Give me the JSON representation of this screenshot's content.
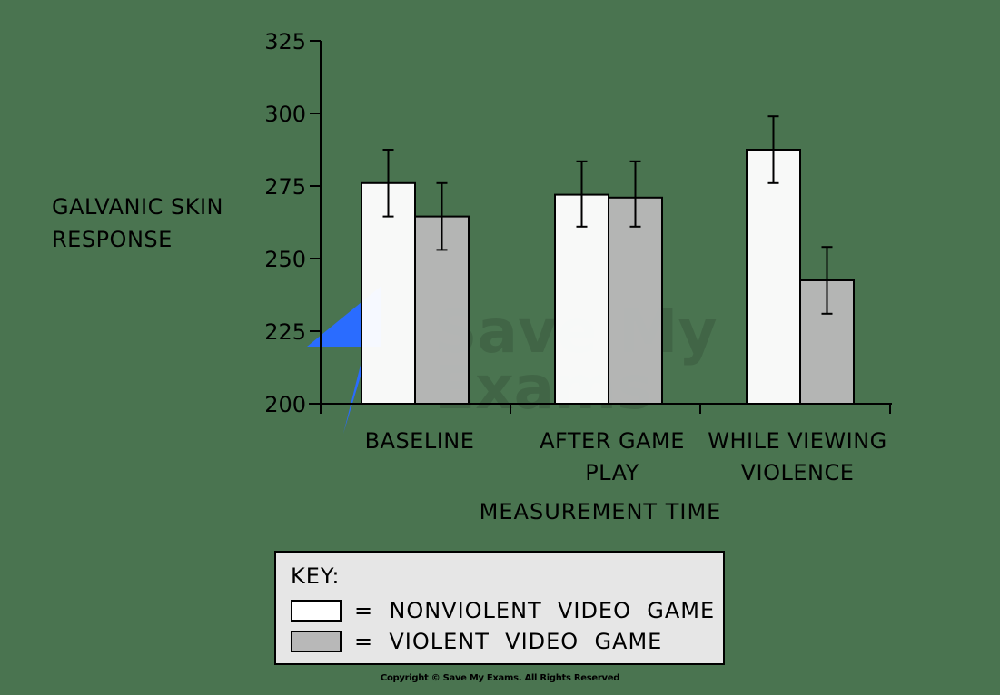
{
  "chart_data": {
    "type": "bar",
    "title": "",
    "xlabel": "MEASUREMENT TIME",
    "ylabel": "GALVANIC SKIN RESPONSE",
    "ylim": [
      200,
      325
    ],
    "yticks": [
      200,
      225,
      250,
      275,
      300,
      325
    ],
    "categories": [
      "BASELINE",
      "AFTER GAME PLAY",
      "WHILE VIEWING VIOLENCE"
    ],
    "category_lines": [
      [
        "BASELINE"
      ],
      [
        "AFTER GAME",
        "PLAY"
      ],
      [
        "WHILE VIEWING",
        "VIOLENCE"
      ]
    ],
    "series": [
      {
        "name": "NONVIOLENT VIDEO GAME",
        "color": "#ffffff",
        "values": [
          276,
          272,
          287.5
        ],
        "error_low": [
          264.5,
          261,
          276
        ],
        "error_high": [
          287.5,
          283.5,
          299
        ]
      },
      {
        "name": "VIOLENT VIDEO GAME",
        "color": "#b8b8b8",
        "values": [
          264.5,
          271,
          242.5
        ],
        "error_low": [
          253,
          261,
          231
        ],
        "error_high": [
          276,
          283.5,
          254
        ]
      }
    ],
    "grid": false,
    "legend_position": "bottom"
  },
  "labels": {
    "ylabel_line1": "GALVANIC SKIN",
    "ylabel_line2": "RESPONSE",
    "xlabel": "MEASUREMENT TIME"
  },
  "key": {
    "title": "KEY:",
    "items": [
      {
        "label": "=  NONVIOLENT  VIDEO  GAME",
        "color": "#ffffff"
      },
      {
        "label": "=  VIOLENT  VIDEO  GAME",
        "color": "#b8b8b8"
      }
    ]
  },
  "watermark": {
    "line1": "Save My",
    "line2": "Exams"
  },
  "copyright": "Copyright © Save My Exams. All Rights Reserved"
}
